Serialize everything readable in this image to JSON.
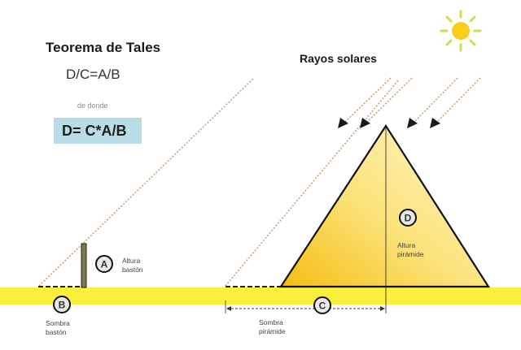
{
  "diagram": {
    "title": "Teorema de Tales",
    "equation": "D/C=A/B",
    "connector_text": "de donde",
    "formula": "D= C*A/B",
    "rays_label": "Rayos solares",
    "markers": {
      "A": {
        "letter": "A",
        "label_line1": "Altura",
        "label_line2": "bastón"
      },
      "B": {
        "letter": "B",
        "label_line1": "Sombra",
        "label_line2": "bastón"
      },
      "C": {
        "letter": "C",
        "label_line1": "Sombra",
        "label_line2": "pirámide"
      },
      "D": {
        "letter": "D",
        "label_line1": "Altura",
        "label_line2": "pirámide"
      }
    },
    "colors": {
      "ground": "#fbef3e",
      "pyramid_light": "#fdf0b0",
      "pyramid_dark": "#f6c21a",
      "formula_box": "#b9dde6",
      "sun": "#f7cf1c",
      "sun_rays": "#c8e04a",
      "ray_dots": "#c9a27a",
      "stick": "#7b7a4e"
    }
  }
}
